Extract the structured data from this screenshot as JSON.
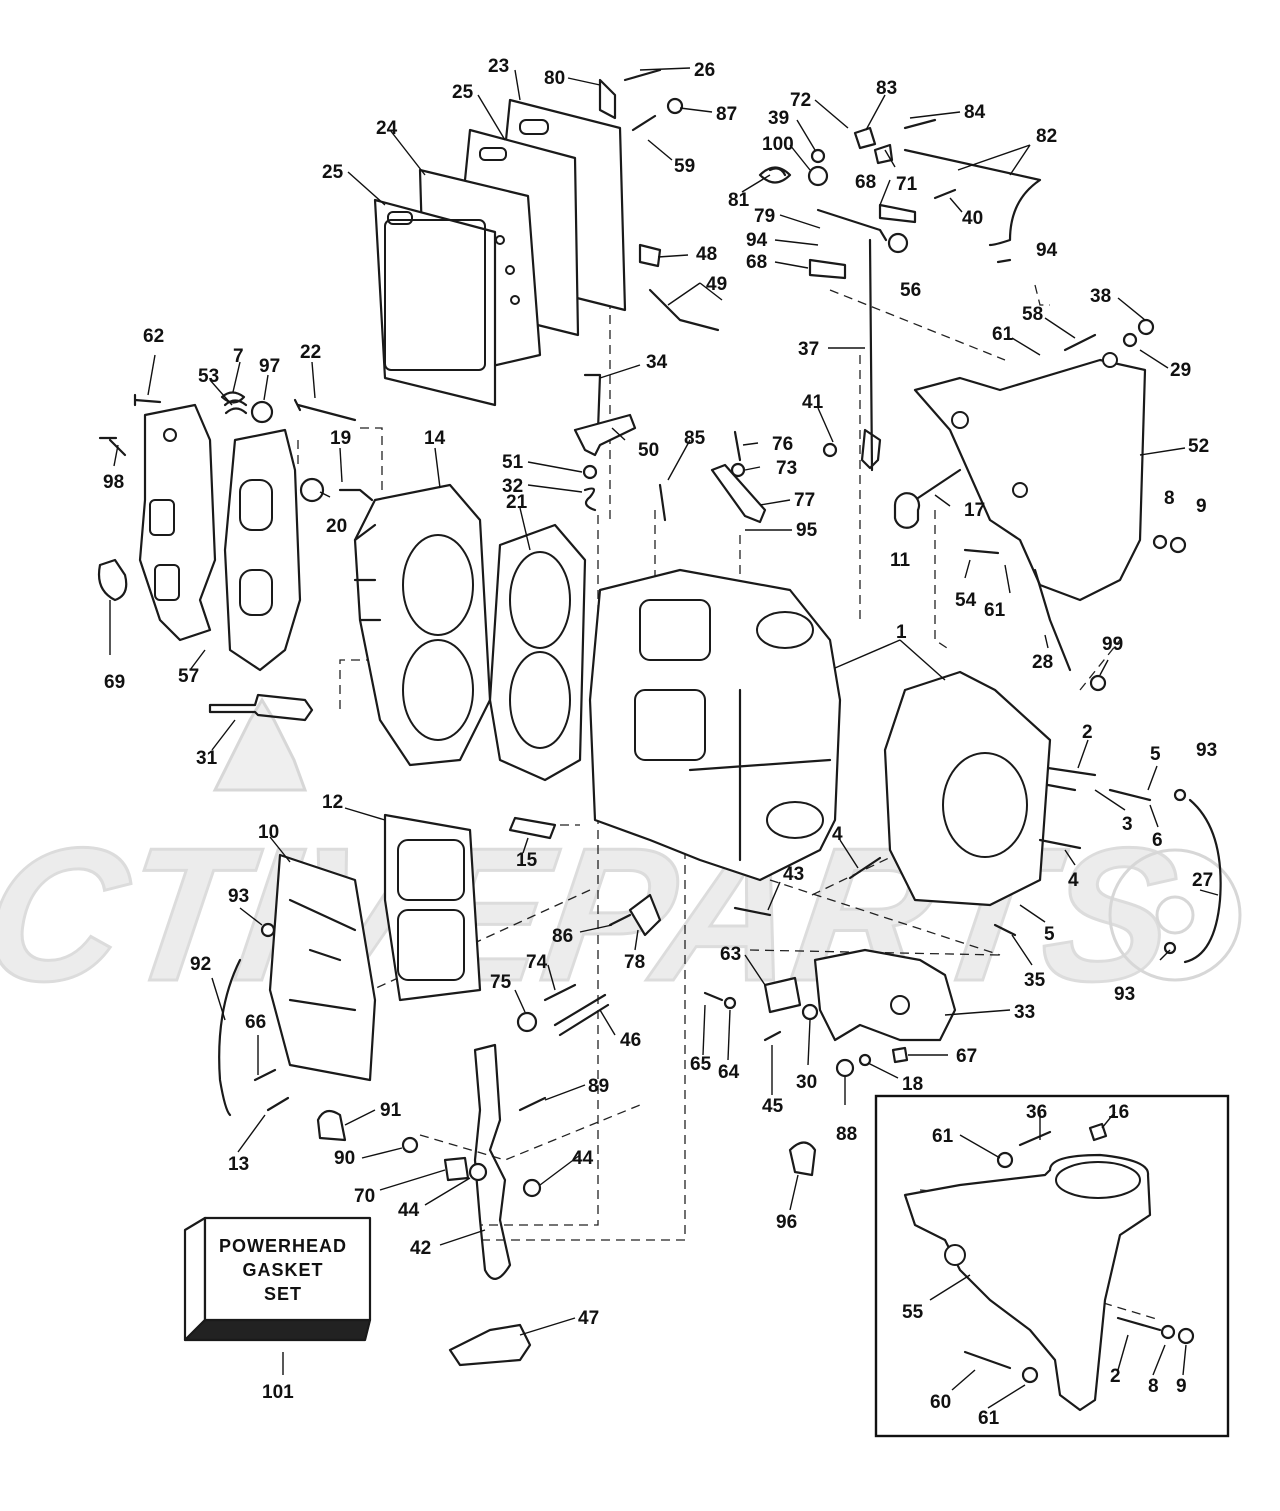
{
  "diagram": {
    "watermark_text": "ACTIVEPARTS",
    "gasket_set_box": {
      "line1": "POWERHEAD",
      "line2": "GASKET",
      "line3": "SET"
    },
    "callouts": [
      "23",
      "80",
      "26",
      "87",
      "59",
      "72",
      "83",
      "84",
      "82",
      "39",
      "100",
      "81",
      "71",
      "68",
      "40",
      "79",
      "94",
      "48",
      "49",
      "25",
      "24",
      "34",
      "37",
      "41",
      "38",
      "58",
      "61",
      "29",
      "52",
      "62",
      "53",
      "7",
      "97",
      "22",
      "19",
      "20",
      "14",
      "21",
      "98",
      "50",
      "51",
      "32",
      "85",
      "76",
      "73",
      "77",
      "95",
      "17",
      "8",
      "9",
      "11",
      "54",
      "28",
      "99",
      "69",
      "57",
      "1",
      "31",
      "12",
      "10",
      "93",
      "92",
      "66",
      "13",
      "15",
      "2",
      "5",
      "3",
      "6",
      "4",
      "43",
      "35",
      "27",
      "86",
      "78",
      "63",
      "74",
      "75",
      "46",
      "65",
      "64",
      "30",
      "45",
      "33",
      "67",
      "18",
      "88",
      "89",
      "91",
      "90",
      "44",
      "70",
      "42",
      "47",
      "101",
      "16",
      "36",
      "55",
      "60",
      "96"
    ]
  },
  "colors": {
    "line": "#1a1a1a",
    "watermark": "#e9e9e9",
    "background": "#ffffff"
  }
}
